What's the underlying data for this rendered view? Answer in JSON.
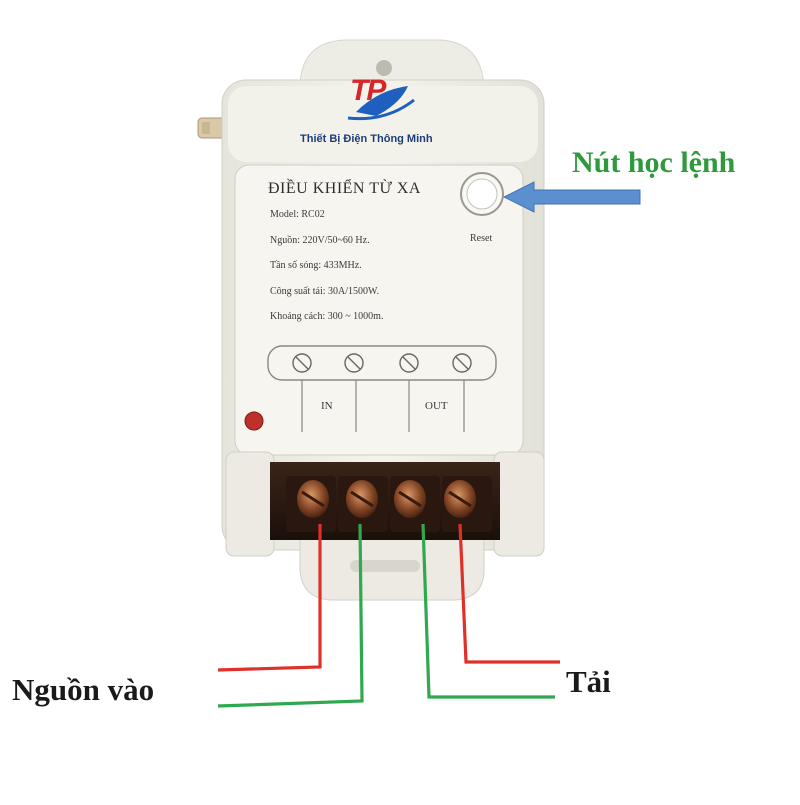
{
  "brand": {
    "logo_letters": "TP",
    "tagline": "Thiết Bị Điện Thông Minh"
  },
  "device": {
    "title": "ĐIỀU KHIỂN TỪ XA",
    "specs": [
      "Model: RC02",
      "Nguồn: 220V/50~60 Hz.",
      "Tần số sóng: 433MHz.",
      "Công suất tải: 30A/1500W.",
      "Khoảng cách: 300 ~ 1000m."
    ],
    "reset_label": "Reset",
    "terminal_in_label": "IN",
    "terminal_out_label": "OUT"
  },
  "annotations": {
    "learn_button": "Nút học lệnh",
    "power_in": "Nguồn vào",
    "load": "Tải"
  },
  "colors": {
    "wire_live": "#e0302a",
    "wire_neutral": "#2fa84f",
    "arrow": "#5b8fd0",
    "label_green": "#2e9a3c",
    "case": "#efeee6",
    "led": "#c0302a"
  }
}
